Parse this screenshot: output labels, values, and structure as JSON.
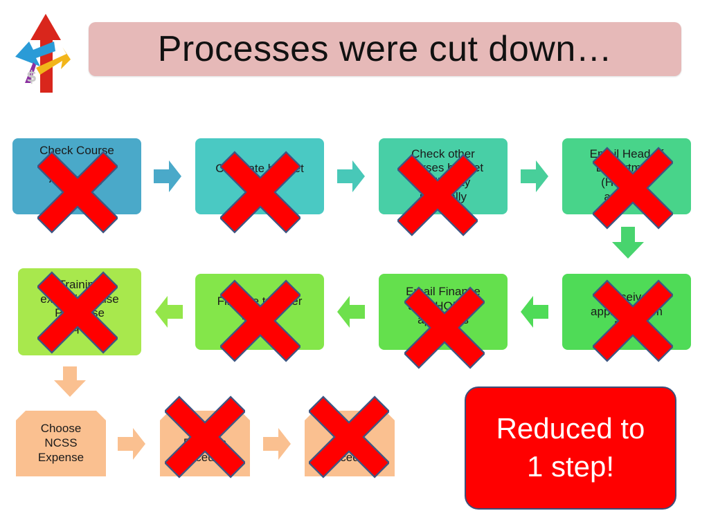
{
  "slide": {
    "title": "Processes were cut down…",
    "callout": "Reduced to\n1 step!"
  },
  "steps": [
    {
      "id": "check-course-availability",
      "text": "Check Course\n\nAvailability"
    },
    {
      "id": "calculate-budget",
      "text": "Calculate budget\nneeded"
    },
    {
      "id": "check-other-courses",
      "text": "Check other\ncourses budget\navailability\ninternally"
    },
    {
      "id": "email-head-of-department",
      "text": "Email Head of\nDepartment\n(HOD) for\napproval"
    },
    {
      "id": "receive-approval",
      "text": "Receive\napproval from\nDept"
    },
    {
      "id": "email-finance",
      "text": "Email Finance\nafter HOD for\napprovals"
    },
    {
      "id": "finance-transfer",
      "text": "Finance transfer\nbudget"
    },
    {
      "id": "training-executive-raise",
      "text": "Training\nexecutive raise\nPurchase\nRequest"
    },
    {
      "id": "choose-ncss-expense",
      "text": "Choose\nNCSS\nExpense"
    },
    {
      "id": "fill-in-form",
      "text": "Fill in\nPR form\nprocedure"
    },
    {
      "id": "submit-form",
      "text": "Submit\nPR\nprocedure"
    }
  ],
  "colors": {
    "title_bg": "#e6b9b8",
    "row1": [
      "#4aa9c9",
      "#4ac9c3",
      "#48cfa6",
      "#48d48a"
    ],
    "row2": [
      "#4fdb57",
      "#64e04d",
      "#84e64a",
      "#a8e84d"
    ],
    "row3": "#fac090",
    "cross": "#ff0000",
    "callout_bg": "#ff0000"
  },
  "icons": [
    "logo-arrows-icon",
    "right-arrow-icon",
    "down-arrow-icon",
    "left-arrow-icon",
    "cross-icon"
  ]
}
